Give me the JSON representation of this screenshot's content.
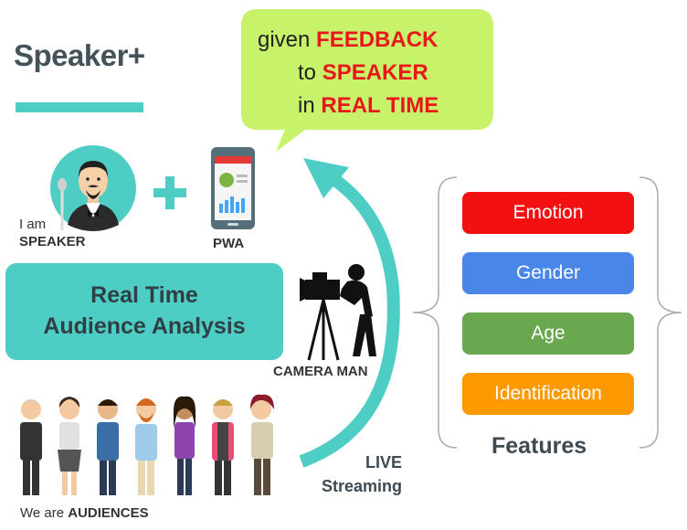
{
  "title": "Speaker+",
  "bubble": {
    "l1a": "given ",
    "l1b": "FEEDBACK",
    "l2a": "to ",
    "l2b": "SPEAKER",
    "l3a": "in ",
    "l3b": "REAL TIME"
  },
  "speaker": {
    "line1": "I am",
    "line2": "SPEAKER"
  },
  "pwa": "PWA",
  "analysis": {
    "line1": "Real Time",
    "line2": "Audience Analysis"
  },
  "camera_label": "CAMERA MAN",
  "audience": {
    "prefix": "We are ",
    "strong": "AUDIENCES"
  },
  "live": {
    "line1": "LIVE",
    "line2": "Streaming"
  },
  "features": {
    "title": "Features",
    "items": [
      {
        "label": "Emotion",
        "color": "#f21010"
      },
      {
        "label": "Gender",
        "color": "#4a86e8"
      },
      {
        "label": "Age",
        "color": "#6aa84f"
      },
      {
        "label": "Identification",
        "color": "#ff9900"
      }
    ]
  },
  "colors": {
    "teal": "#4ecdc4",
    "bubble": "#c8f26a",
    "highlight": "#e8171c"
  }
}
